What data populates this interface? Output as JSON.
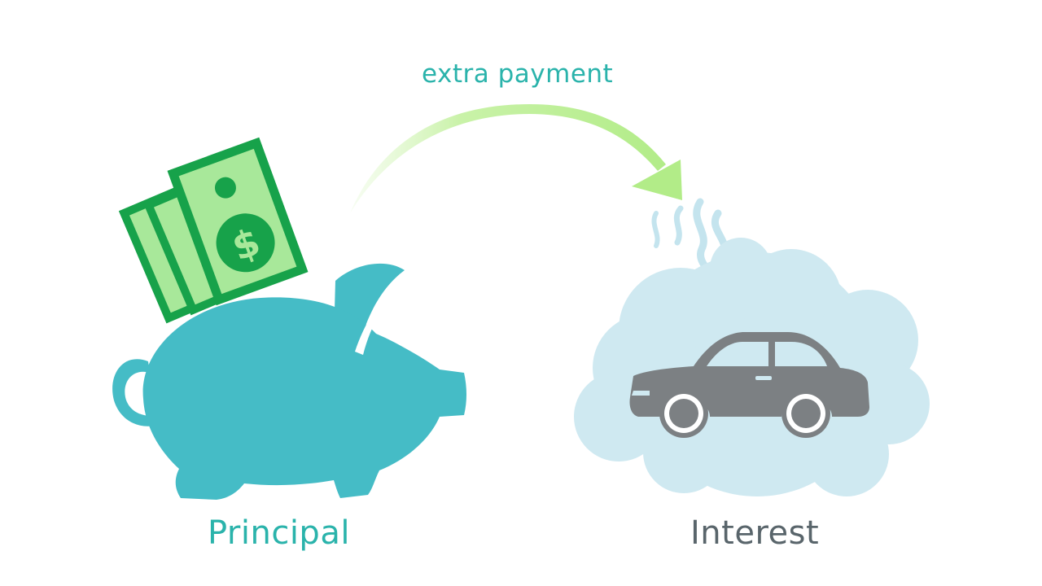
{
  "labels": {
    "extra_payment": "extra payment",
    "principal": "Principal",
    "interest": "Interest"
  },
  "bill_symbol": "$",
  "icons": [
    "piggy-bank-icon",
    "dollar-bills-icon",
    "curved-arrow-icon",
    "smoke-icon",
    "cloud-icon",
    "car-icon"
  ],
  "colors": {
    "piggy": "#45bcc6",
    "bill_dark": "#17a24a",
    "bill_light": "#a8e89a",
    "arrow": "#b7ed8e",
    "cloud": "#cfe9f1",
    "smoke": "#c4e4ee",
    "car": "#7c8083",
    "teal_text": "#2ab3ab",
    "gray_text": "#59656b"
  }
}
